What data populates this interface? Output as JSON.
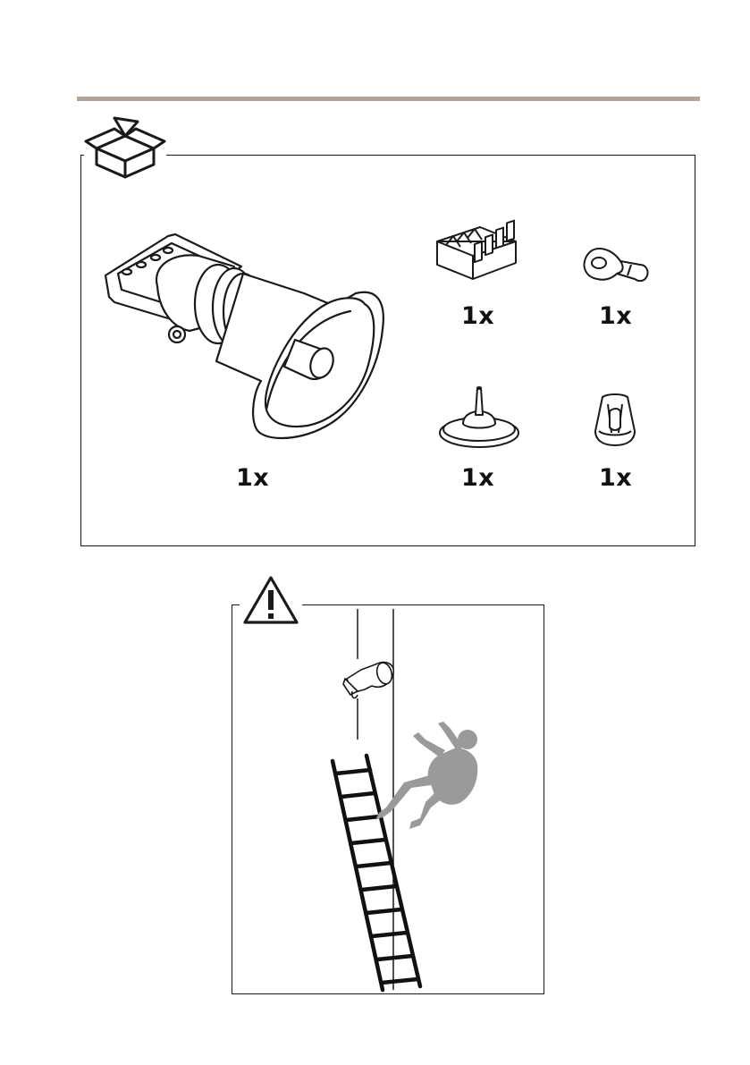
{
  "package_contents": {
    "items": [
      {
        "name": "horn-speaker",
        "quantity": "1x"
      },
      {
        "name": "terminal-block-connector",
        "quantity": "1x"
      },
      {
        "name": "ring-terminal",
        "quantity": "1x"
      },
      {
        "name": "cable-gasket",
        "quantity": "1x"
      },
      {
        "name": "cable-grip",
        "quantity": "1x"
      }
    ]
  },
  "colors": {
    "divider": "#b3a398",
    "line": "#1a1a1a",
    "figure": "#9a9a9a"
  },
  "icons": {
    "package": "open-box-icon",
    "warning": "warning-triangle-icon"
  }
}
